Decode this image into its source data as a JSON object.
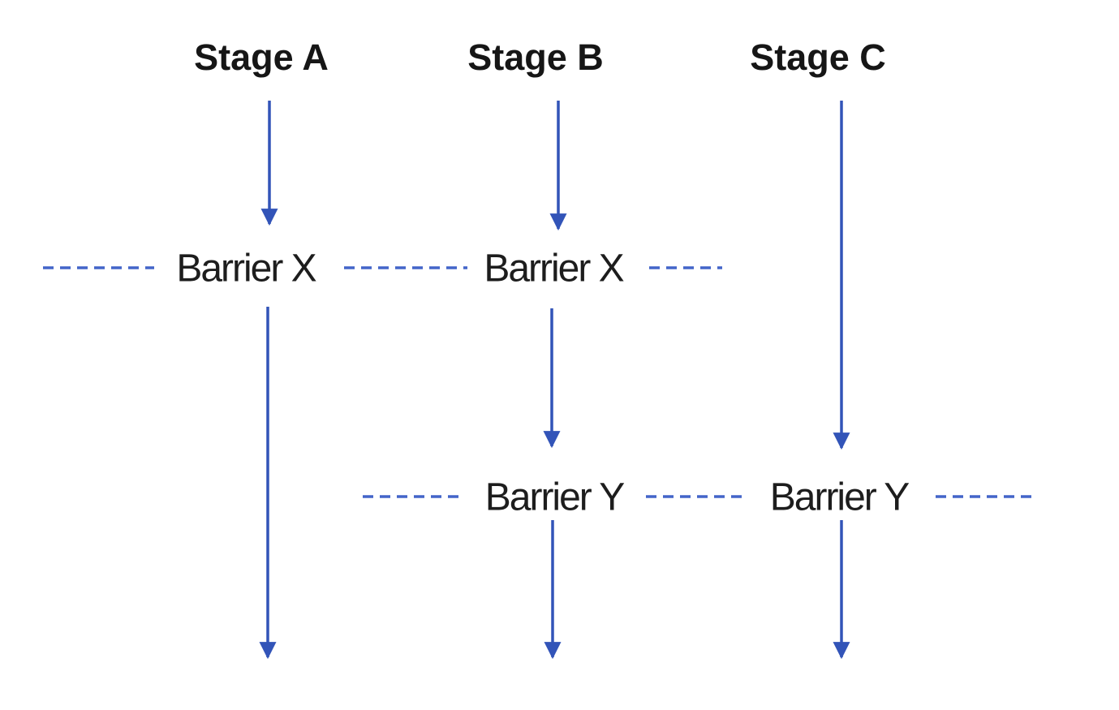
{
  "diagram": {
    "type": "parallel-stages-with-barriers",
    "stages": [
      {
        "label": "Stage A"
      },
      {
        "label": "Stage B"
      },
      {
        "label": "Stage C"
      }
    ],
    "barrier_rows": [
      {
        "labels": [
          "Barrier X",
          "Barrier X"
        ]
      },
      {
        "labels": [
          "Barrier Y",
          "Barrier Y"
        ]
      }
    ],
    "colors": {
      "background": "#ffffff",
      "arrow": "#3254b8",
      "dashed_line": "#4365c9",
      "stage_text": "#161616",
      "barrier_text": "#1d1d1d"
    }
  }
}
